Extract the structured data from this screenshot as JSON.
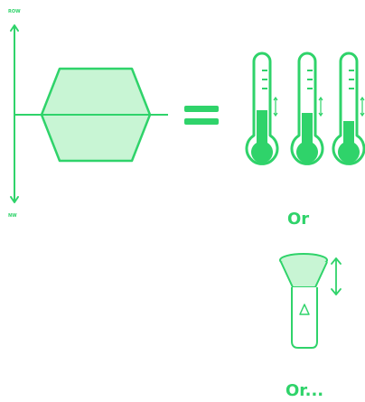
{
  "axis": {
    "top_label": "ROW",
    "bottom_label": "NW"
  },
  "or_labels": [
    "Or",
    "Or..."
  ],
  "colors": {
    "accent": "#2fd36a",
    "fill": "#c8f5d4",
    "background": "#ffffff"
  },
  "icons": [
    "hexagon-shape",
    "equals-icon",
    "thermometer-icon",
    "thermometer-icon",
    "thermometer-icon",
    "cup-icon",
    "up-down-arrow-icon"
  ]
}
